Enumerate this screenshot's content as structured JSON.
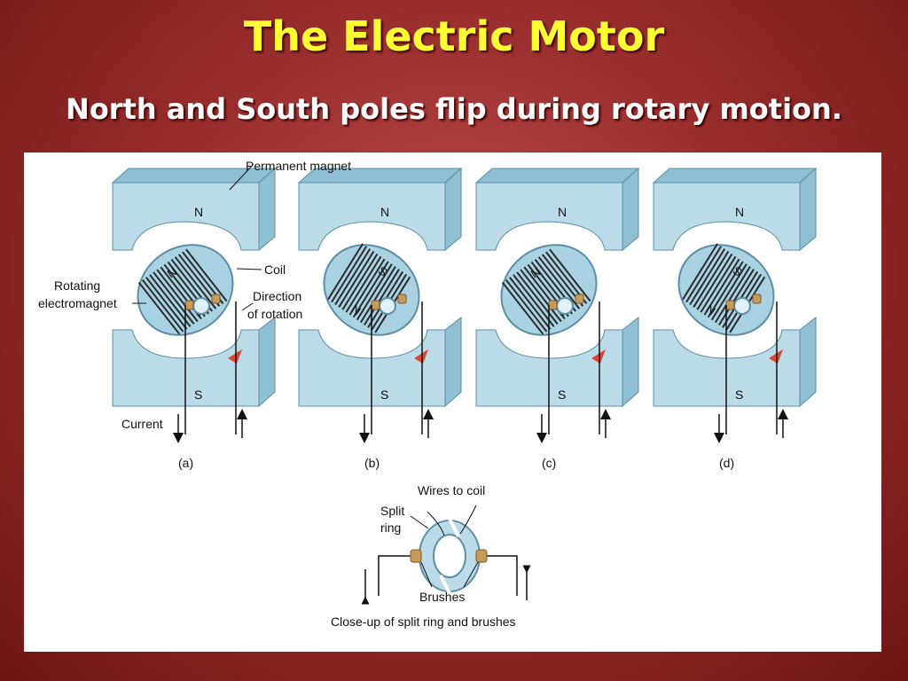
{
  "slide": {
    "title": "The Electric Motor",
    "subtitle": "North and South poles flip during rotary motion."
  },
  "figure": {
    "label_permanent_magnet": "Permanent magnet",
    "label_coil": "Coil",
    "label_direction_line1": "Direction",
    "label_direction_line2": "of rotation",
    "label_rotating_line1": "Rotating",
    "label_rotating_line2": "electromagnet",
    "label_current": "Current",
    "pole_n": "N",
    "pole_s": "S",
    "panels": [
      {
        "caption": "(a)",
        "rotor_top": "N",
        "rotor_bottom": "S",
        "angle": -35
      },
      {
        "caption": "(b)",
        "rotor_top": "S",
        "rotor_bottom": "N",
        "angle": 35
      },
      {
        "caption": "(c)",
        "rotor_top": "N",
        "rotor_bottom": "S",
        "angle": -35
      },
      {
        "caption": "(d)",
        "rotor_top": "S",
        "rotor_bottom": "N",
        "angle": 35
      }
    ],
    "closeup": {
      "label_wires": "Wires to coil",
      "label_split": "Split",
      "label_ring": "ring",
      "label_brushes": "Brushes",
      "caption": "Close-up of split ring and brushes"
    },
    "colors": {
      "magnet_face": "#bcdbe8",
      "magnet_side": "#8fbfd2",
      "magnet_edge": "#5c8fa6",
      "rotor": "#a9d3e3",
      "coil": "#2a2a2a",
      "arrow": "#e0432c",
      "brush": "#c79a5a"
    }
  }
}
